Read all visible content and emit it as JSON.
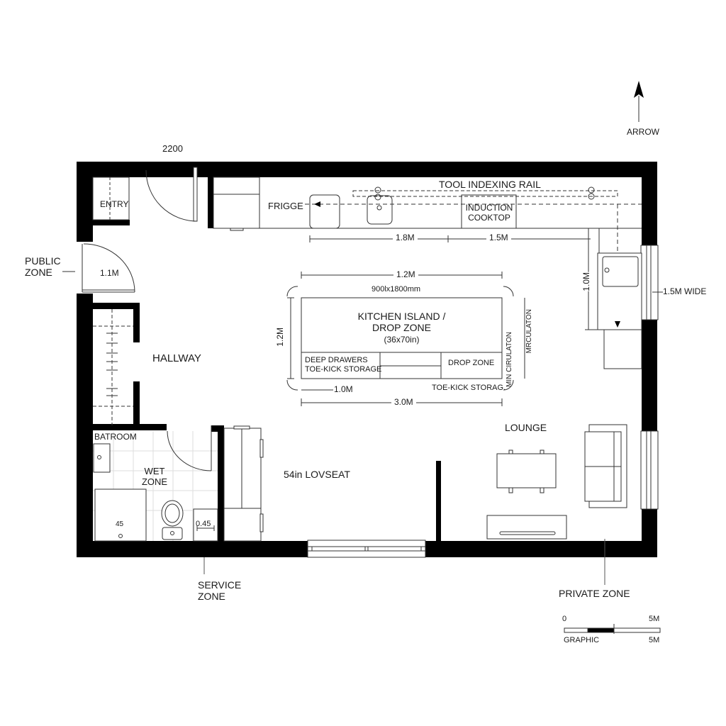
{
  "plan": {
    "north_label": "ARROW",
    "top_dimension": "2200",
    "rooms": {
      "entry": "ENTRY",
      "hallway": "HALLWAY",
      "bathroom": "BATROOM",
      "wet_zone_line1": "WET",
      "wet_zone_line2": "ZONE",
      "lounge": "LOUNGE",
      "loveseat": "54in LOVSEAT"
    },
    "kitchen": {
      "fridge": "FRIGGE",
      "rail": "TOOL INDEXING RAIL",
      "cooktop_line1": "INDUCTION",
      "cooktop_line2": "COOKTOP",
      "dim_counter_a": "1.8M",
      "dim_counter_b": "1.5M",
      "dim_side": "1.0M",
      "window_width": "1.5M WIDE"
    },
    "island": {
      "title_line1": "KITCHEN ISLAND /",
      "title_line2": "DROP ZONE",
      "size_in": "(36x70in)",
      "size_mm": "900lx1800mm",
      "drawers_line1": "DEEP DRAWERS",
      "drawers_line2": "TOE-KICK STORAGE",
      "drop_zone": "DROP ZONE",
      "toe_kick": "TOE-KICK STORAG.",
      "dim_top": "1.2M",
      "dim_left": "1.2M",
      "dim_bottom_left": "1.0M",
      "dim_bottom": "3.0M",
      "min_circulation": "MIN CIRULATON",
      "circulation": "MRCULATON"
    },
    "doors": {
      "public_door_width": "1.1M"
    },
    "bathroom_dims": {
      "shower": "45",
      "vanity": "0.45"
    },
    "zones": {
      "public_line1": "PUBLIC",
      "public_line2": "ZONE",
      "service_line1": "SERVICE",
      "service_line2": "ZONE",
      "private": "PRIVATE ZONE"
    },
    "scale_bar": {
      "start": "0",
      "end_top": "5M",
      "label": "GRAPHIC",
      "end_bottom": "5M"
    }
  },
  "colors": {
    "wall": "#000000",
    "line": "#333333",
    "background": "#ffffff"
  }
}
